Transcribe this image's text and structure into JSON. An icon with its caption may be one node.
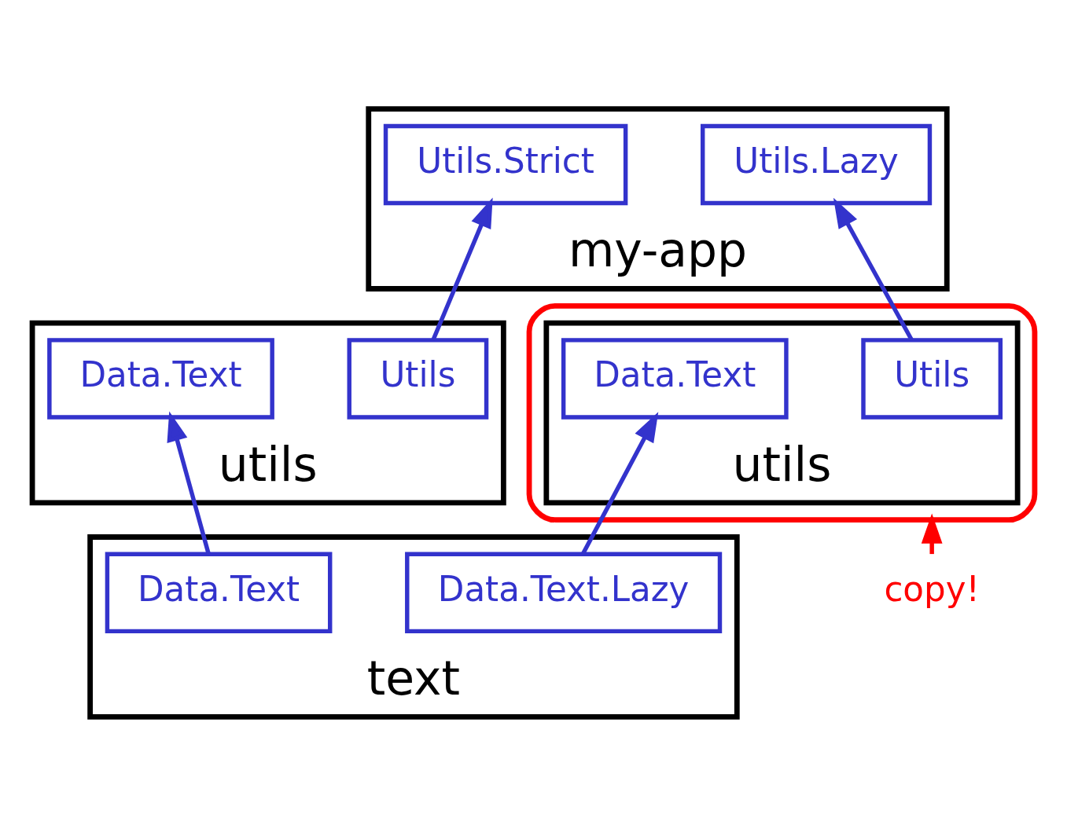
{
  "diagram": {
    "nodes": [
      {
        "text": [
          "my-app"
        ]
      },
      {
        "text": [
          "Utils.Strict"
        ],
        "in": 0
      },
      {
        "text": [
          "Utils.Lazy"
        ],
        "in": 0
      },
      {
        "text": [
          "utils"
        ]
      },
      {
        "text": [
          "Utils"
        ],
        "in": 3
      },
      {
        "text": [
          "Data.Text"
        ],
        "in": 3
      },
      {
        "text": [],
        "shape": "ellipse"
      },
      {
        "text": [
          "utils"
        ],
        "in": 6
      },
      {
        "text": [
          "Utils"
        ],
        "in": 7
      },
      {
        "text": [
          "Data.Text"
        ],
        "in": 7
      },
      {
        "text": [
          "text"
        ]
      },
      {
        "text": [
          "Data.Text"
        ],
        "in": 10
      },
      {
        "text": [
          "Data.Text.Lazy"
        ],
        "in": 10
      },
      {
        "text": [
          "copy!"
        ]
      }
    ],
    "edges": [
      {
        "from": 4,
        "to": 1,
        "arrow": "to"
      },
      {
        "from": 8,
        "to": 2,
        "arrow": "to"
      },
      {
        "from": 11,
        "to": 5,
        "arrow": "to"
      },
      {
        "from": 12,
        "to": 9,
        "arrow": "to"
      },
      {
        "from": 13,
        "to": 6,
        "arrow": "to",
        "color": "#ff0000"
      }
    ]
  }
}
